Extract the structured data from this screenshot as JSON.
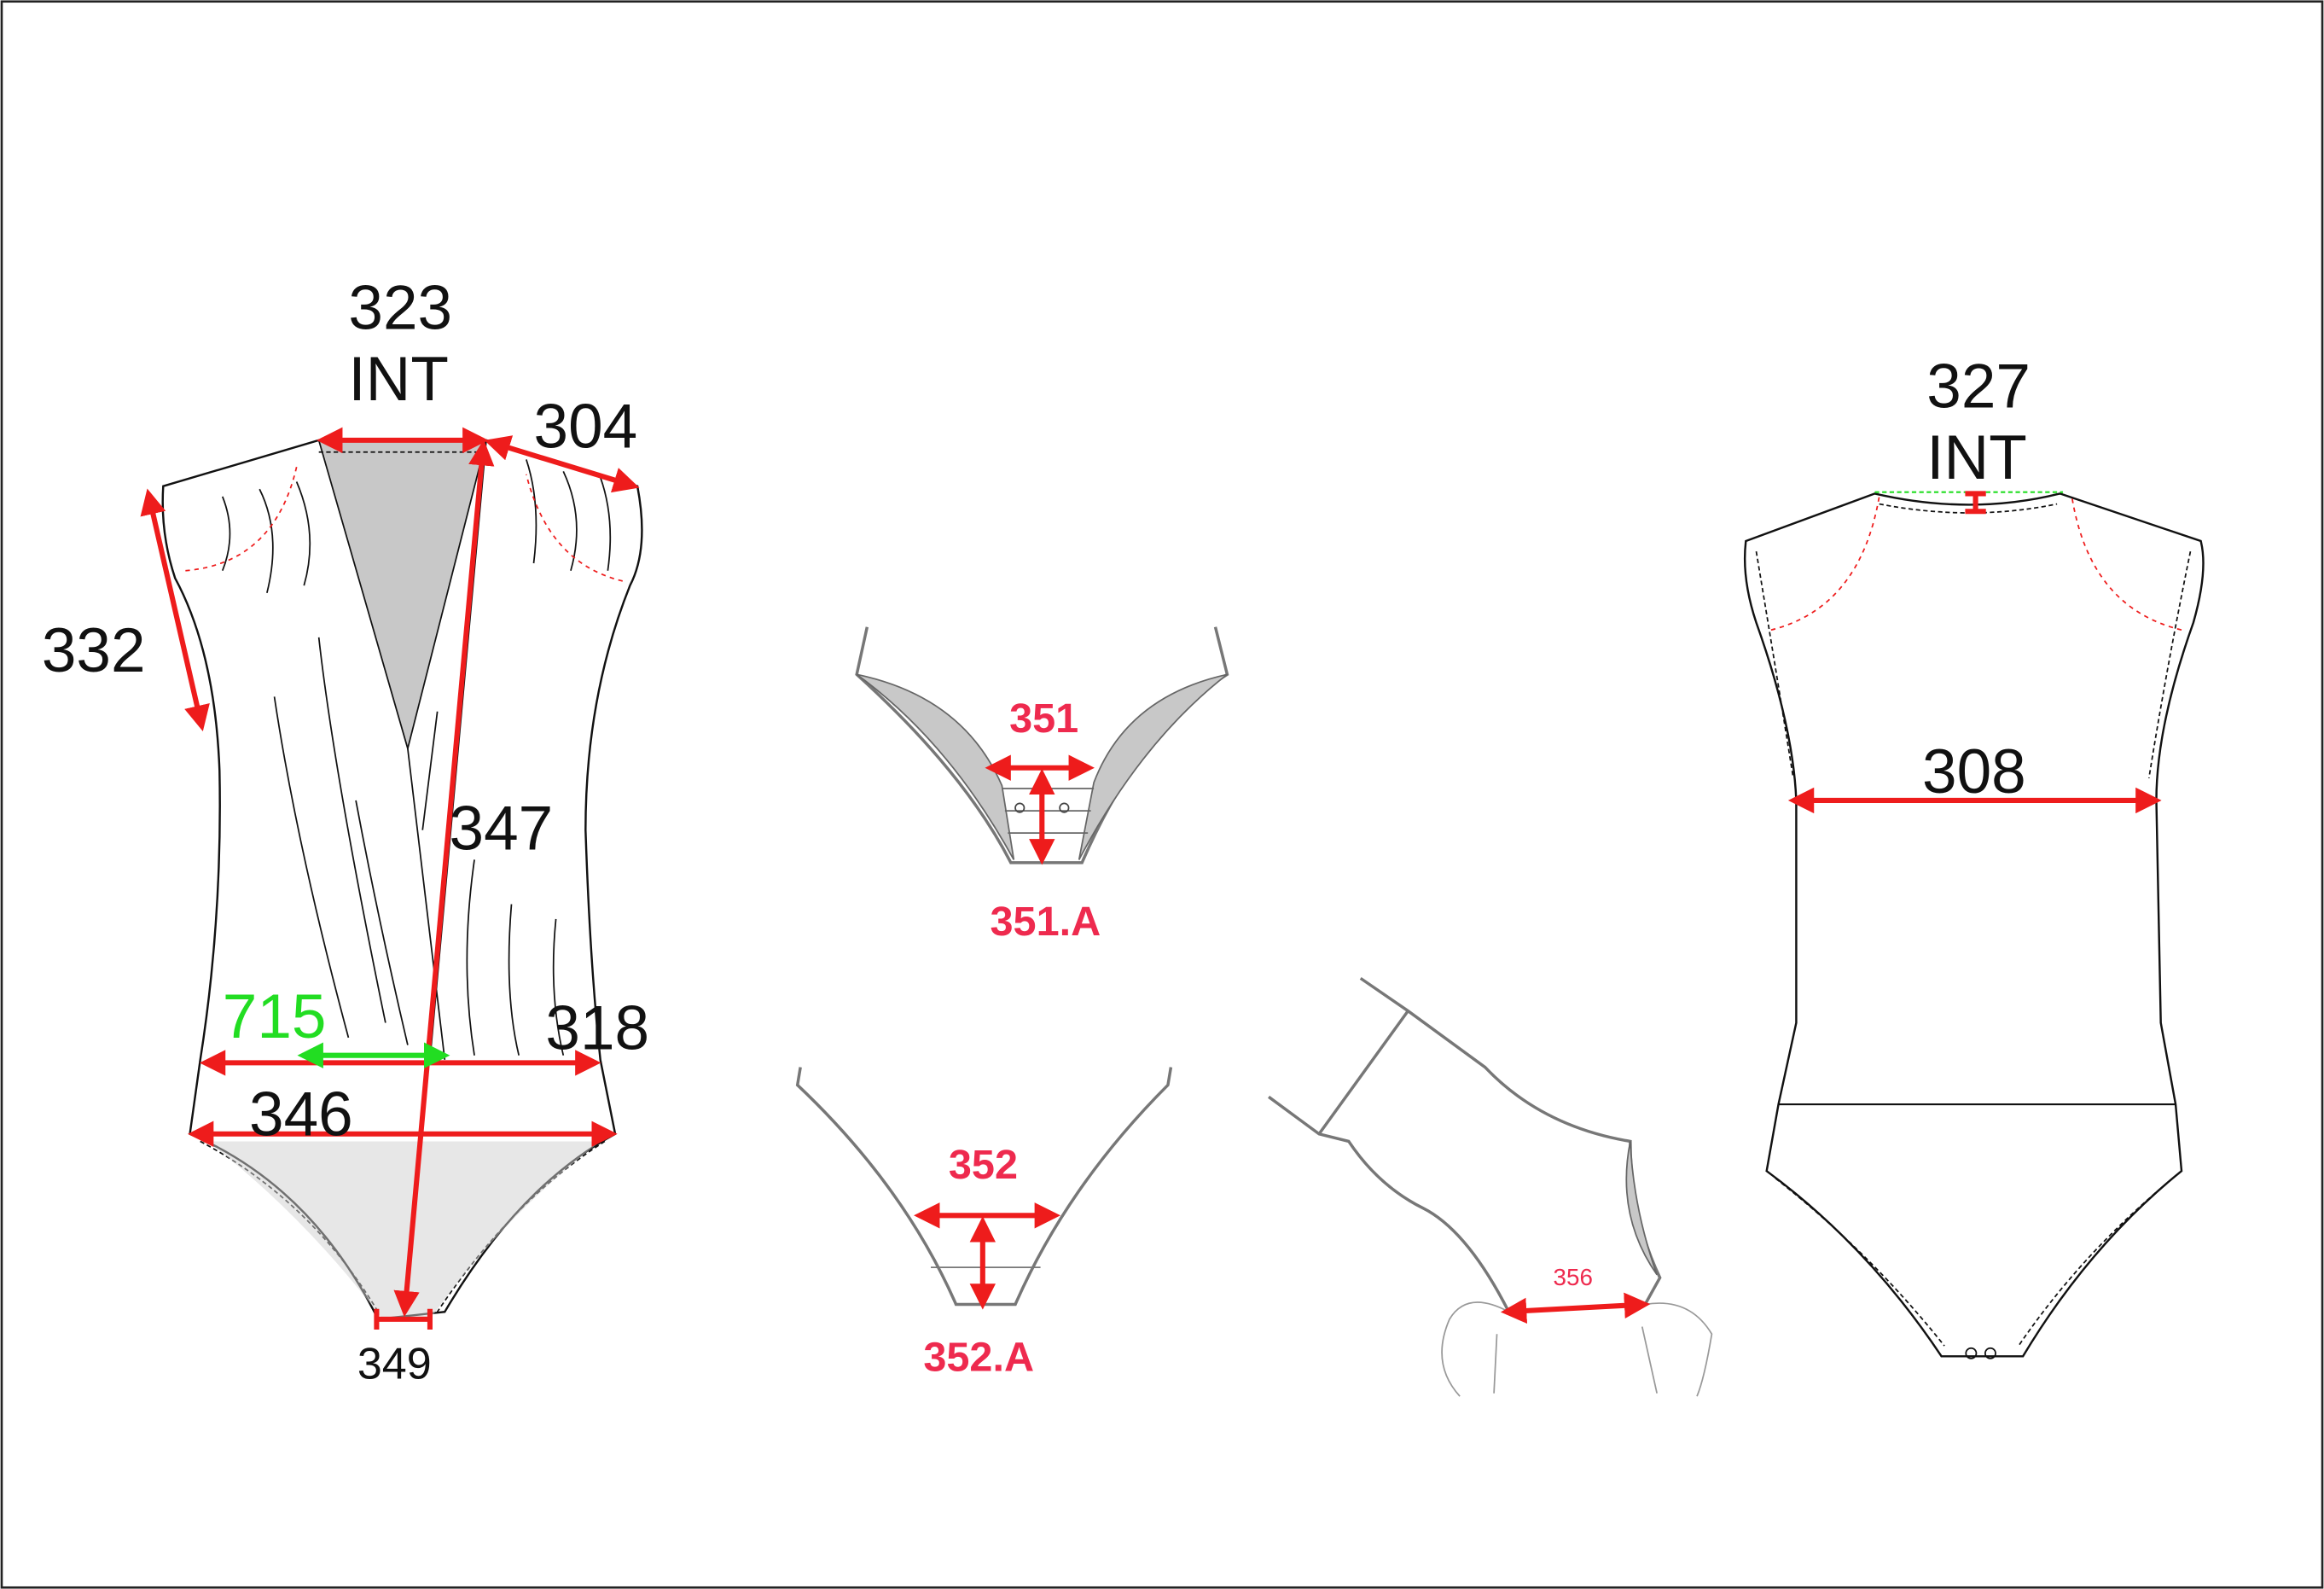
{
  "colors": {
    "measure": "#ee1c1c",
    "measure_label": "#ee2a4e",
    "internal": "#22dd22",
    "lining": "#c8c8c8"
  },
  "front": {
    "neck_width": {
      "code": "323",
      "note": "INT"
    },
    "shoulder": "304",
    "armhole": "332",
    "front_length": "347",
    "waist_internal": "715",
    "waist": "318",
    "hip": "346",
    "crotch_width": "349"
  },
  "details": {
    "gusset_width": "351",
    "gusset_length": "351.A",
    "back_gusset_width": "352",
    "back_gusset_length": "352.A",
    "leg_stretch": "356"
  },
  "back": {
    "neck_drop": {
      "code": "327",
      "note": "INT"
    },
    "chest": "308"
  }
}
